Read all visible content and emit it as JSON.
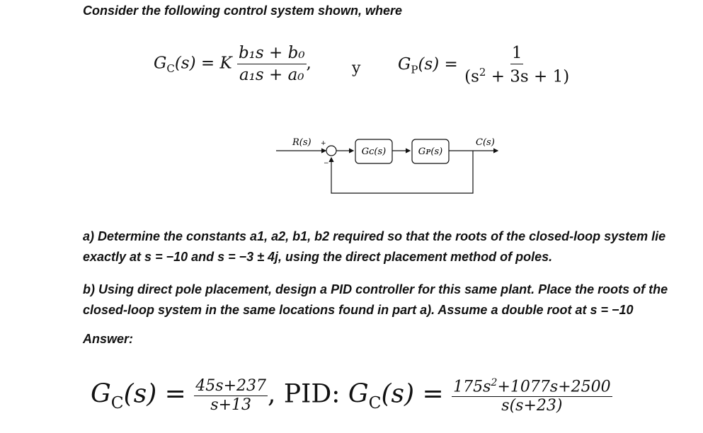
{
  "intro": "Consider the following control system shown, where",
  "eq1": {
    "lhs_G": "G",
    "lhs_sub": "C",
    "lhs_arg": "(s) = K",
    "num": "b₁s + b₀",
    "den": "a₁s + a₀",
    "trail": ","
  },
  "conj": "y",
  "eq2": {
    "lhs_G": "G",
    "lhs_sub": "P",
    "lhs_arg": "(s) =",
    "num": "1",
    "den_pre": "(s",
    "den_exp": "2",
    "den_post": " + 3s + 1)"
  },
  "diagram": {
    "input": "R(s)",
    "plus": "+",
    "minus": "−",
    "block1": "Gᴄ(s)",
    "block2": "Gᴘ(s)",
    "output": "C(s)"
  },
  "question_a": "a) Determine the constants a1, a2, b1, b2 required so that the roots of the closed-loop system lie exactly at s = −10 and s = −3 ± 4j, using the direct placement method of poles.",
  "question_b": "b) Using direct pole placement, design a PID controller for this same plant. Place the roots of the closed-loop system in the same locations found in part a). Assume a double root at s = −10",
  "answer_label": "Answer:",
  "answer": {
    "gc_G": "G",
    "gc_sub": "C",
    "gc_arg": "(s) =",
    "frac1_num": "45s+237",
    "frac1_den": "s+13",
    "comma": ",",
    "pid_label": "PID:",
    "pid_G": "G",
    "pid_sub": "C",
    "pid_arg": "(s) =",
    "frac2_num_a": "175s",
    "frac2_num_exp": "2",
    "frac2_num_b": "+1077s+2500",
    "frac2_den": "s(s+23)"
  }
}
